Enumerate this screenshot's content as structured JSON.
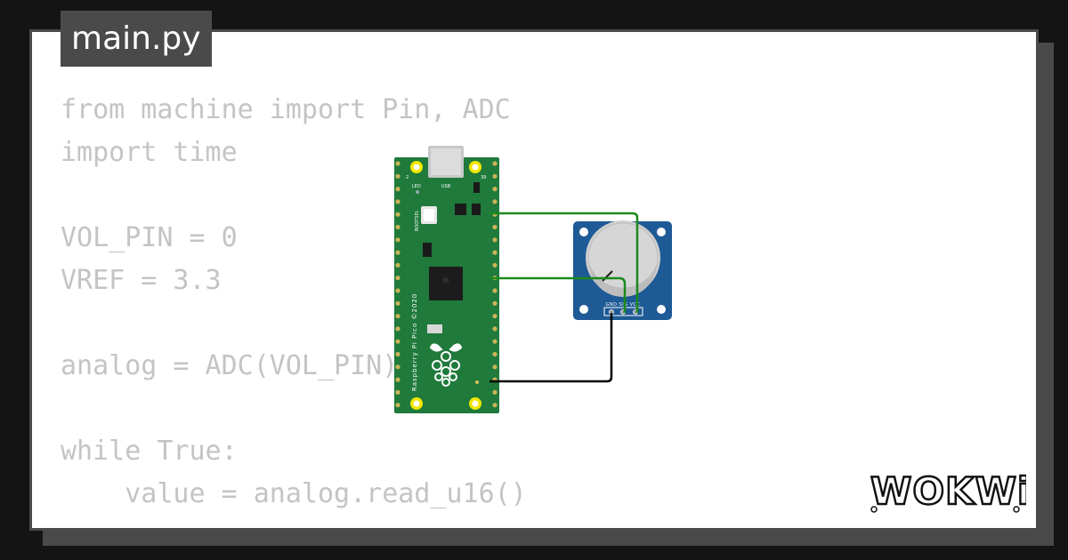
{
  "editor": {
    "file_name": "main.py",
    "code_lines": [
      "from machine import Pin, ADC",
      "import time",
      "",
      "VOL_PIN = 0",
      "VREF = 3.3",
      "",
      "analog = ADC(VOL_PIN)",
      "",
      "while True:",
      "    value = analog.read_u16()"
    ]
  },
  "pico": {
    "name_label": "Raspberry Pi Pico ©2020",
    "usb_label": "USB",
    "led_label": "LED",
    "bootsel_label": "BOOTSEL",
    "pin_label_left": "2",
    "pin_label_right": "39",
    "board_color": "#1f7a3c"
  },
  "potentiometer": {
    "pin_labels": "GND SIG VCC",
    "board_color": "#1e5a96"
  },
  "wires": {
    "signal_color": "#1a8a1a",
    "ground_color": "#000000"
  },
  "brand": {
    "logo_text": "WOKWi"
  }
}
